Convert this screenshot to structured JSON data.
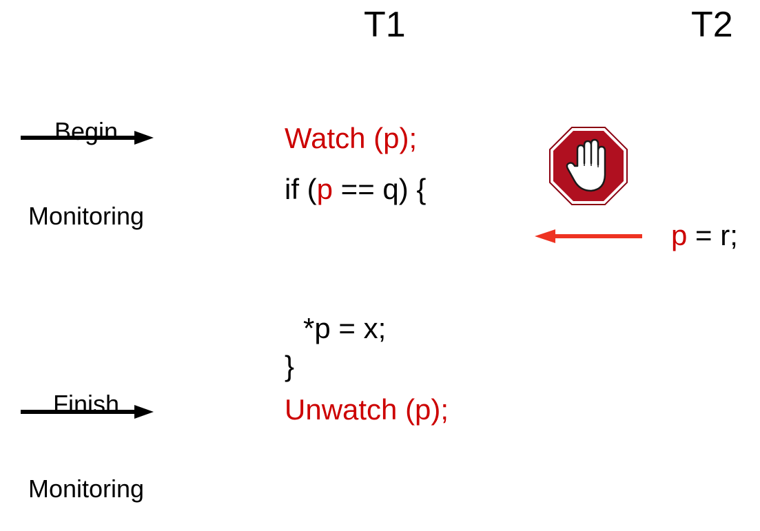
{
  "threads": {
    "t1_label": "T1",
    "t2_label": "T2"
  },
  "phases": {
    "begin": {
      "line1": "Begin",
      "line2": "Monitoring"
    },
    "finish": {
      "line1": "Finish",
      "line2": "Monitoring"
    }
  },
  "t1_code": {
    "watch": "Watch (p);",
    "if_prefix": "if (",
    "if_var": "p",
    "if_suffix": " == q) {",
    "deref": "*p = x;",
    "close_brace": "}",
    "unwatch": "Unwatch (p);"
  },
  "t2_code": {
    "var": "p",
    "rest": " = r;"
  },
  "icons": {
    "stop": "stop-hand-icon"
  },
  "colors": {
    "accent_red": "#cc0000",
    "arrow_red": "#ee3322",
    "stop_sign_red": "#b01020",
    "text": "#000000"
  }
}
